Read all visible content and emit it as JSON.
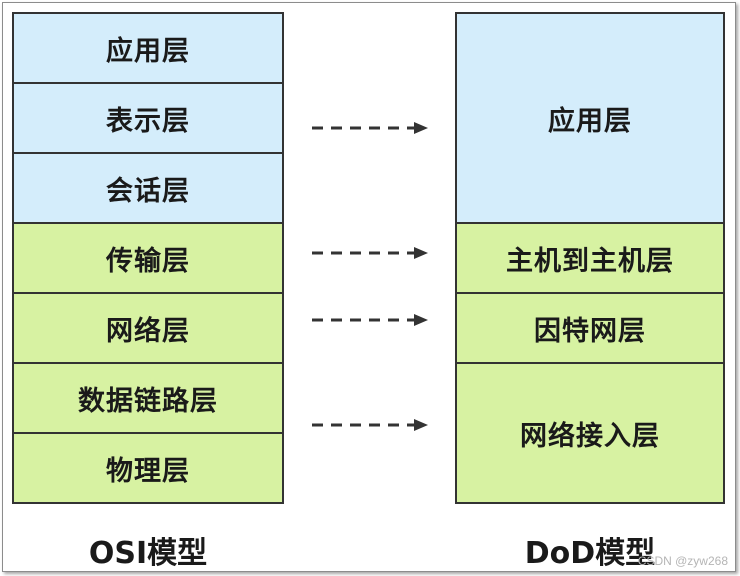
{
  "colors": {
    "upper_layers": "#d4edfb",
    "lower_layers": "#d7f2a2",
    "border": "#333333",
    "arrow": "#333333"
  },
  "osi": {
    "caption": "OSI模型",
    "layers": [
      "应用层",
      "表示层",
      "会话层",
      "传输层",
      "网络层",
      "数据链路层",
      "物理层"
    ]
  },
  "dod": {
    "caption": "DoD模型",
    "layers": [
      "应用层",
      "主机到主机层",
      "因特网层",
      "网络接入层"
    ]
  },
  "watermark": "CSDN @zyw268"
}
